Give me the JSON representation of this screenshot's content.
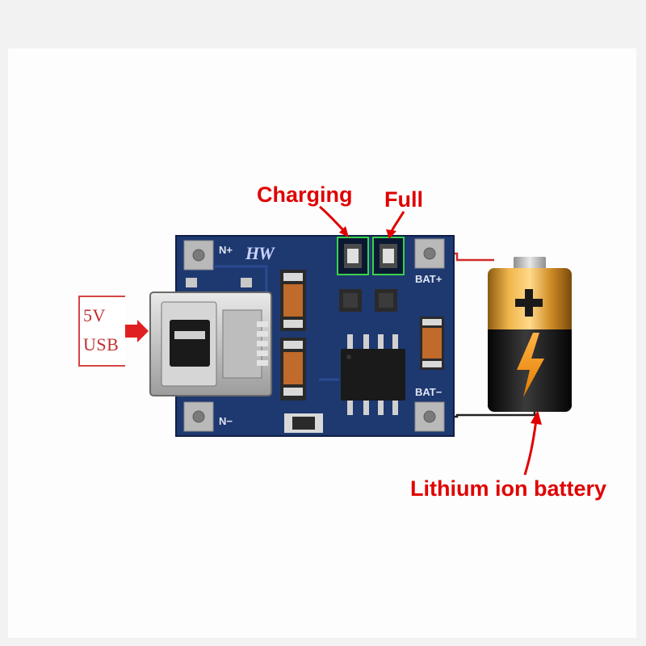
{
  "labels": {
    "charging": "Charging",
    "full": "Full",
    "battery": "Lithium ion battery"
  },
  "usb_input": {
    "line1": "5V",
    "line2": "USB"
  },
  "board_silkscreen": {
    "n_plus": "N+",
    "n_minus": "N−",
    "bat_plus": "BAT+",
    "bat_minus": "BAT−",
    "logo": "HW"
  },
  "colors": {
    "annotation_red": "#e00000",
    "pcb_blue": "#1e3870",
    "led_box_green": "#39d24a",
    "battery_gold": "#d9962e",
    "battery_black": "#141414"
  },
  "icons": {
    "battery_plus": "plus-icon",
    "battery_bolt": "lightning-bolt-icon",
    "usb_arrow": "arrow-right-icon"
  }
}
